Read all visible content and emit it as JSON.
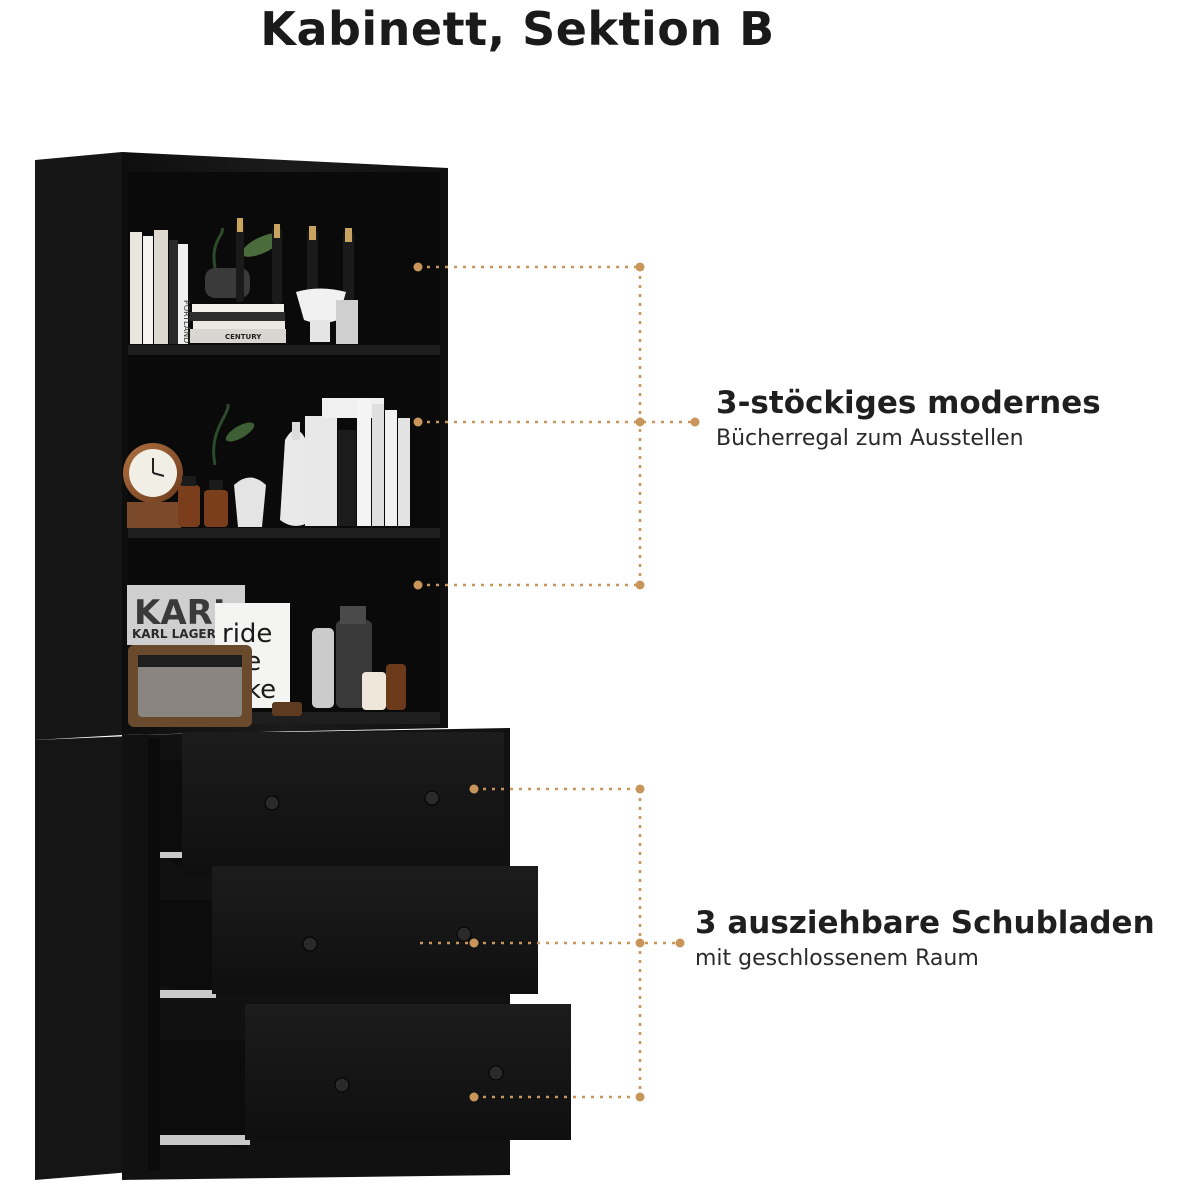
{
  "title": "Kabinett, Sektion B",
  "annotations": {
    "shelves": {
      "heading": "3-stöckiges modernes",
      "sub": "Bücherregal zum Ausstellen"
    },
    "drawers": {
      "heading": "3 ausziehbare Schubladen",
      "sub": "mit geschlossenem Raum"
    }
  },
  "book_texts": {
    "book1": "PORTLAND",
    "book2": "CENTURY",
    "book3": "KARL",
    "book4": "KARL LAGER",
    "book5": "ride",
    "book6": "le",
    "book7": "ke"
  },
  "colors": {
    "cabinet": "#141414",
    "cabinet_edge": "#1f1f1f",
    "accent_line": "#c8965a",
    "text": "#1f1f1f"
  }
}
